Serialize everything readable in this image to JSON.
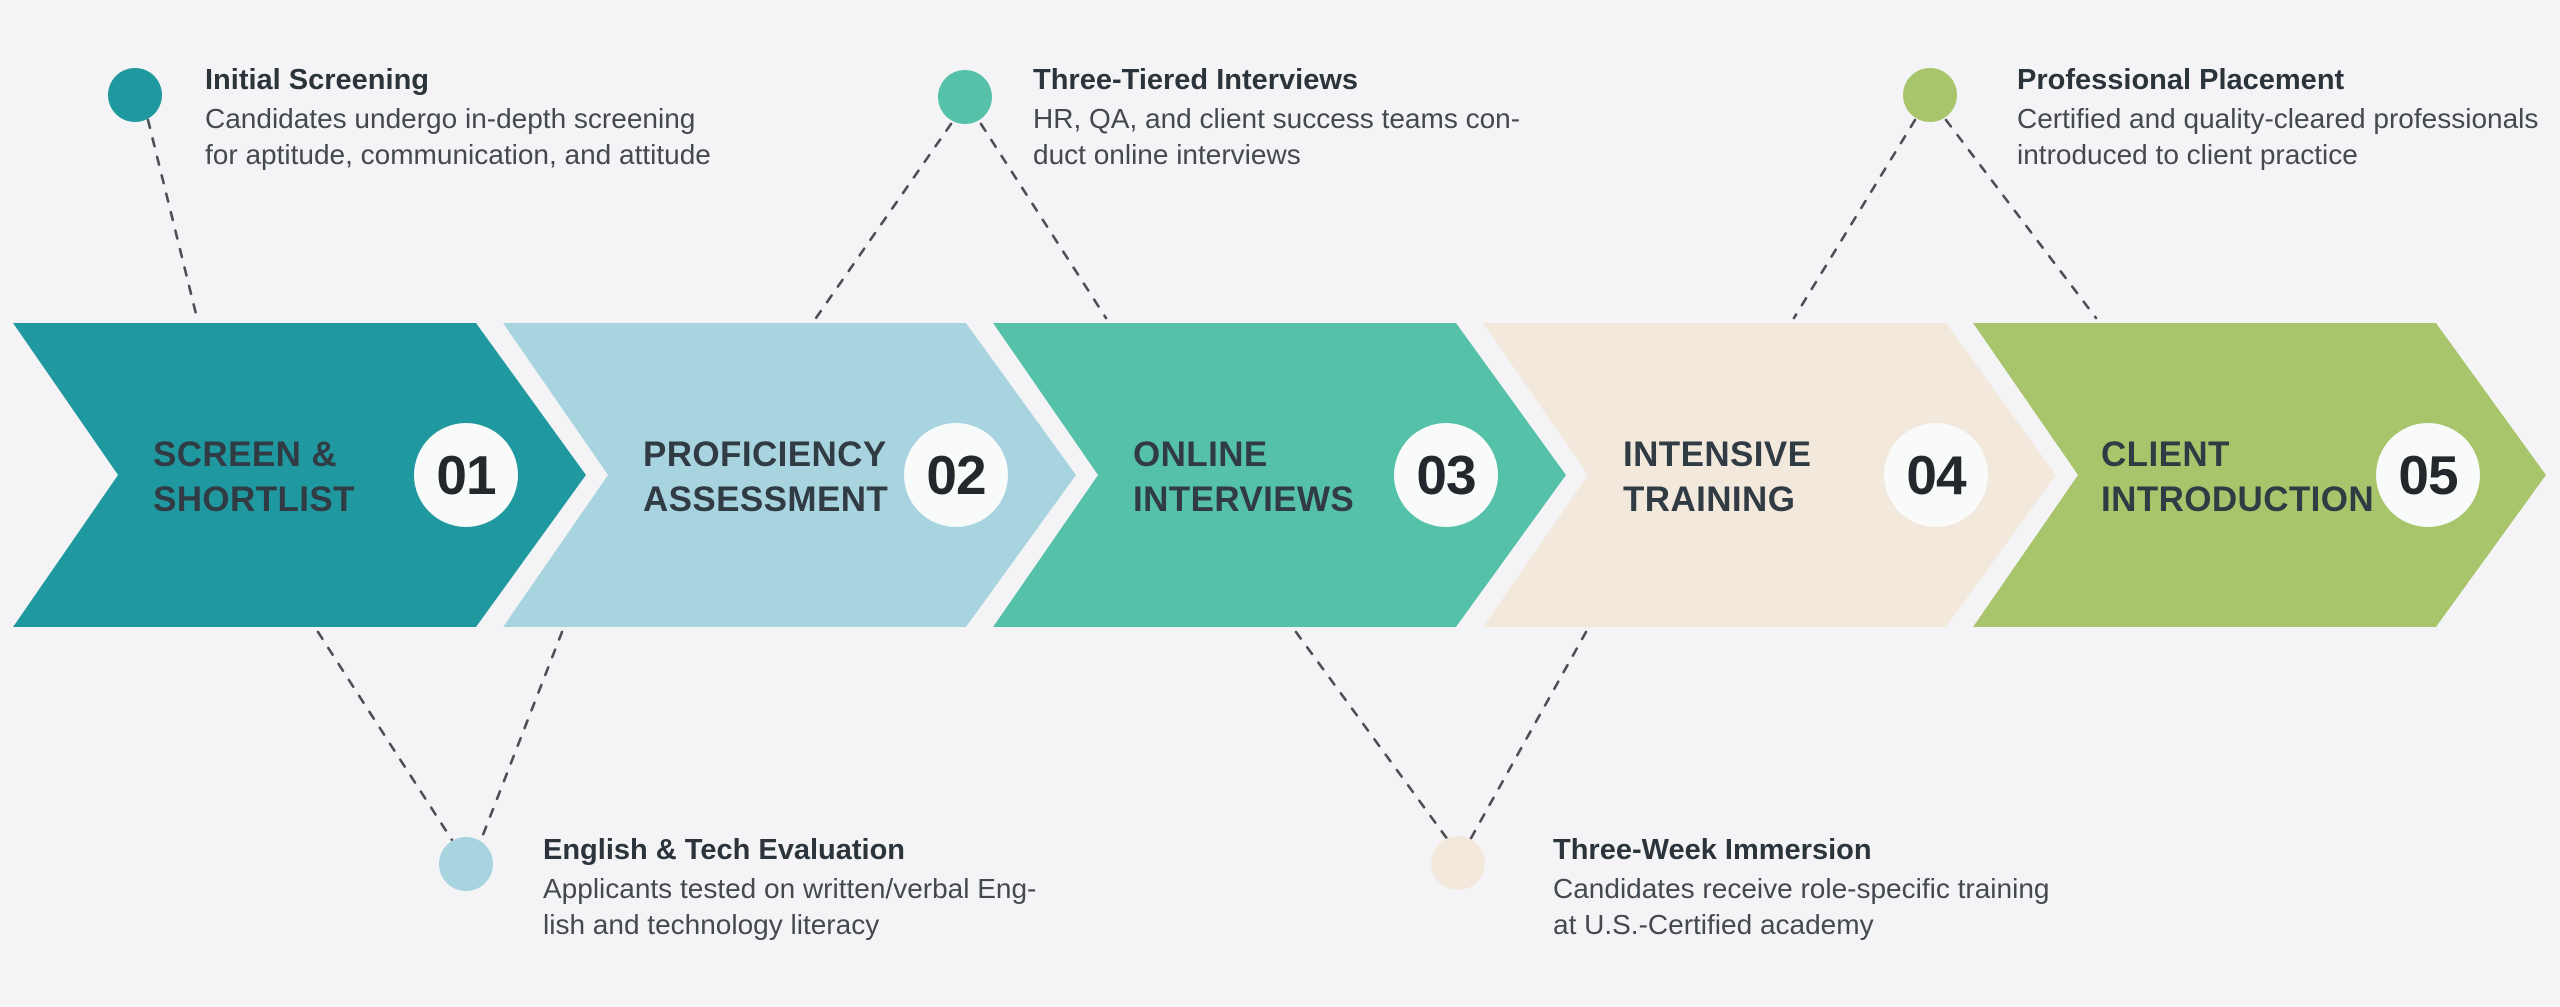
{
  "diagram": {
    "title": "recruitment-process-flow",
    "background_color": "#F4F4F6",
    "connector_color": "#4A4F54",
    "label_text_color": "#313B44",
    "number_text_color": "#23282D",
    "number_circle_color": "#F8FBFA"
  },
  "steps": [
    {
      "number": "01",
      "label": "SCREEN &\nSHORTLIST",
      "color": "#20989F"
    },
    {
      "number": "02",
      "label": "PROFICIENCY\nASSESSMENT",
      "color": "#A7D4DF"
    },
    {
      "number": "03",
      "label": "ONLINE\nINTERVIEWS",
      "color": "#55C1A8"
    },
    {
      "number": "04",
      "label": "INTENSIVE\nTRAINING",
      "color": "#F2E9DC"
    },
    {
      "number": "05",
      "label": "CLIENT\nINTRODUCTION",
      "color": "#A8C56B"
    }
  ],
  "callouts": [
    {
      "position": "top",
      "title": "Initial Screening",
      "body": "Candidates undergo in-depth screening\nfor aptitude, communication, and attitude",
      "dot_color": "#20989F"
    },
    {
      "position": "top",
      "title": "Three-Tiered Interviews",
      "body": "HR, QA, and client success teams con-\nduct online interviews",
      "dot_color": "#55C1A8"
    },
    {
      "position": "top",
      "title": "Professional Placement",
      "body": "Certified and quality-cleared professionals\nintroduced to client practice",
      "dot_color": "#A8C56B"
    },
    {
      "position": "bottom",
      "title": "English & Tech Evaluation",
      "body": "Applicants tested on written/verbal Eng-\nlish and technology literacy",
      "dot_color": "#A7D4DF"
    },
    {
      "position": "bottom",
      "title": "Three-Week Immersion",
      "body": "Candidates receive role-specific training\nat U.S.-Certified academy",
      "dot_color": "#F2E9DC"
    }
  ]
}
